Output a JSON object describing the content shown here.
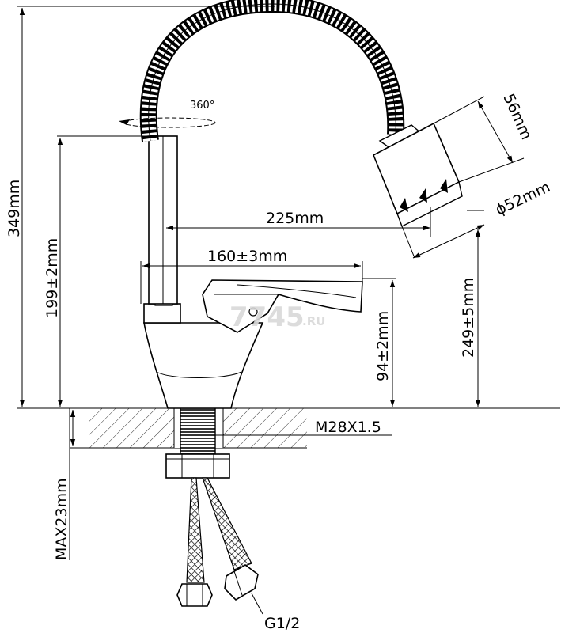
{
  "dimensions": {
    "total_height": "349mm",
    "spout_height": "199±2mm",
    "hose_reach": "225mm",
    "handle_reach": "160±3mm",
    "head_length": "56mm",
    "head_diameter": "ϕ52mm",
    "outlet_height": "249±5mm",
    "handle_height": "94±2mm",
    "thread": "M28X1.5",
    "max_thickness": "MAX23mm",
    "connection": "G1/2"
  },
  "rotation": "360°",
  "watermark": {
    "main": "7745",
    "suffix": ".RU"
  }
}
